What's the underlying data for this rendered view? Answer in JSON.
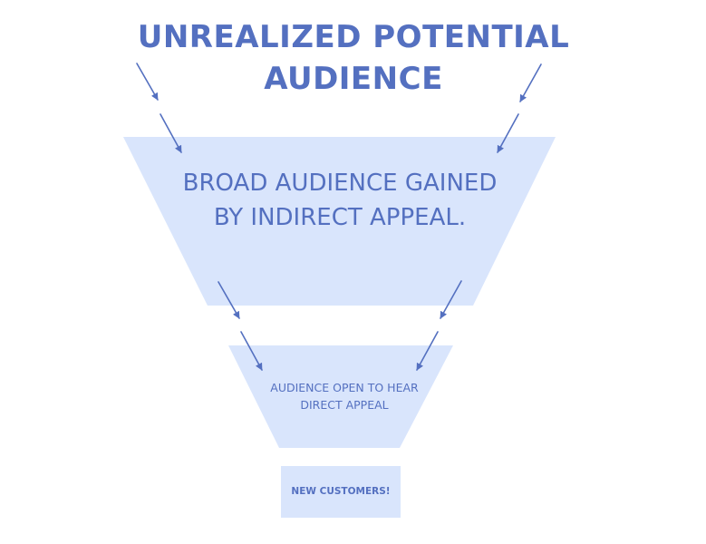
{
  "diagram": {
    "title_line1": "UNREALIZED POTENTIAL",
    "title_line2": "AUDIENCE",
    "tier1_line1": "BROAD AUDIENCE GAINED",
    "tier1_line2": "BY INDIRECT APPEAL.",
    "tier2_line1": "AUDIENCE OPEN TO HEAR",
    "tier2_line2": "DIRECT APPEAL",
    "tier3_label": "NEW CUSTOMERS!"
  },
  "colors": {
    "text": "#5470c0",
    "fill": "#d9e5fc",
    "arrow": "#5470c0"
  }
}
